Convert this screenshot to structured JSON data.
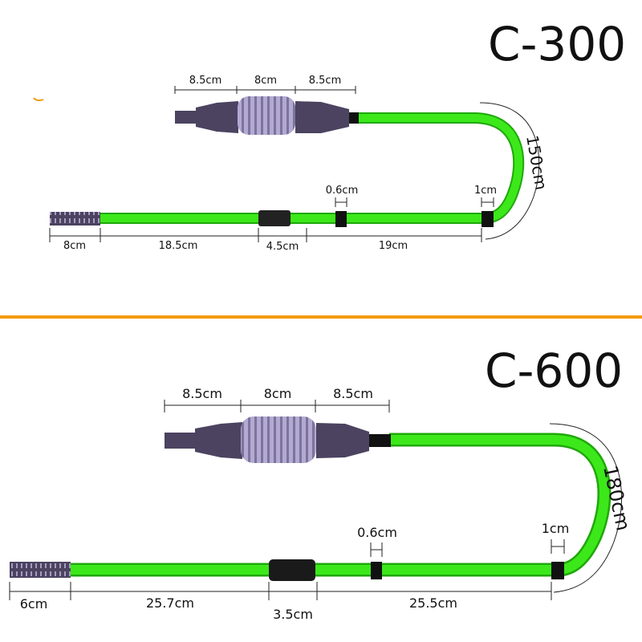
{
  "colors": {
    "tube": "#3ce81a",
    "tube_edge": "#1fa80a",
    "pump": "#4b4360",
    "bulb": "#aaa2cc",
    "divider": "#f39a10"
  },
  "c300": {
    "title": "C-300",
    "top_dims": [
      "8.5cm",
      "8cm",
      "8.5cm"
    ],
    "bottom_dims": [
      "8cm",
      "18.5cm",
      "4.5cm",
      "19cm"
    ],
    "clip_small": "0.6cm",
    "clip_large": "1cm",
    "tube_length": "150cm"
  },
  "c600": {
    "title": "C-600",
    "top_dims": [
      "8.5cm",
      "8cm",
      "8.5cm"
    ],
    "bottom_dims": [
      "6cm",
      "25.7cm",
      "3.5cm",
      "25.5cm"
    ],
    "clip_small": "0.6cm",
    "clip_large": "1cm",
    "tube_length": "180cm"
  }
}
